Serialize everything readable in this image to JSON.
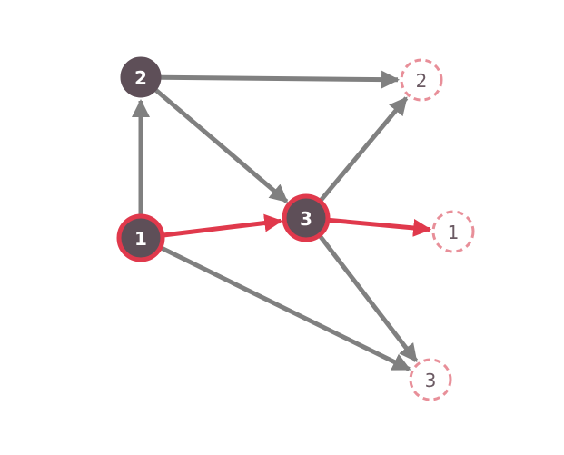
{
  "colors": {
    "node_fill": "#5e4f58",
    "node_text": "#ffffff",
    "highlight": "#e0394c",
    "edge": "#808080",
    "ghost_stroke": "#e88f99",
    "ghost_text": "#6b5a63",
    "background": "#ffffff"
  },
  "nodes": [
    {
      "id": "n2",
      "label": "2",
      "kind": "solid"
    },
    {
      "id": "n1",
      "label": "1",
      "kind": "solid-highlight"
    },
    {
      "id": "n3",
      "label": "3",
      "kind": "solid-highlight"
    },
    {
      "id": "g2",
      "label": "2",
      "kind": "ghost"
    },
    {
      "id": "g1",
      "label": "1",
      "kind": "ghost"
    },
    {
      "id": "g3",
      "label": "3",
      "kind": "ghost"
    }
  ],
  "edges": [
    {
      "from": "n1",
      "to": "n2",
      "highlight": false
    },
    {
      "from": "n2",
      "to": "g2",
      "highlight": false
    },
    {
      "from": "n2",
      "to": "n3",
      "highlight": false
    },
    {
      "from": "n1",
      "to": "n3",
      "highlight": true
    },
    {
      "from": "n3",
      "to": "g2",
      "highlight": false
    },
    {
      "from": "n3",
      "to": "g1",
      "highlight": true
    },
    {
      "from": "n3",
      "to": "g3",
      "highlight": false
    },
    {
      "from": "n1",
      "to": "g3",
      "highlight": false
    }
  ]
}
